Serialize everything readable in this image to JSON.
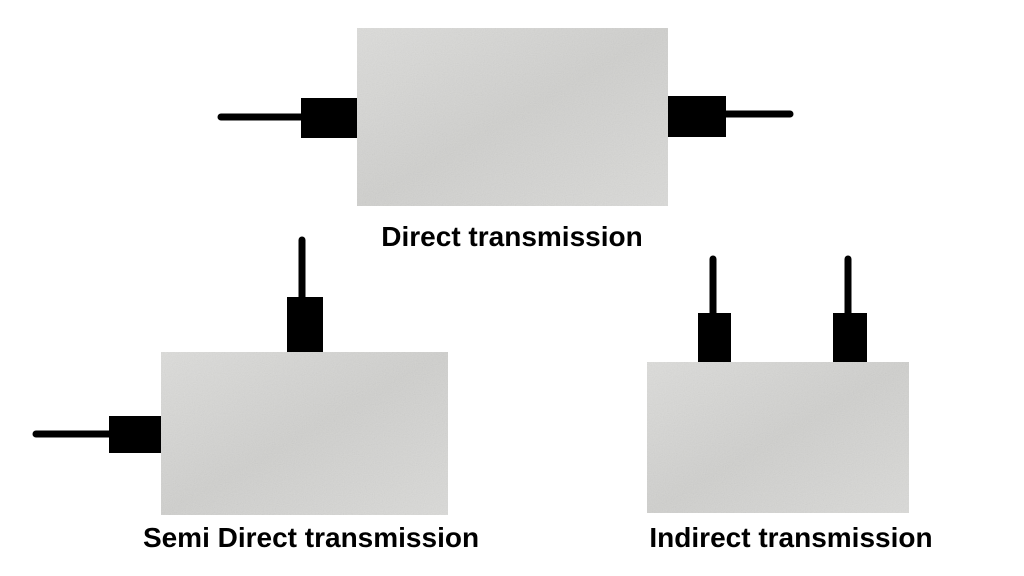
{
  "captions": {
    "direct": "Direct transmission",
    "semi_direct": "Semi Direct transmission",
    "indirect": "Indirect transmission"
  },
  "colors": {
    "concrete_base": "#d9d9d7",
    "concrete_dark": "#bdbdbb",
    "transducer": "#000000",
    "caption_text": "#000000",
    "background": "#ffffff"
  },
  "icons": {
    "specimen": "concrete-block",
    "probe": "transducer-with-cable"
  }
}
